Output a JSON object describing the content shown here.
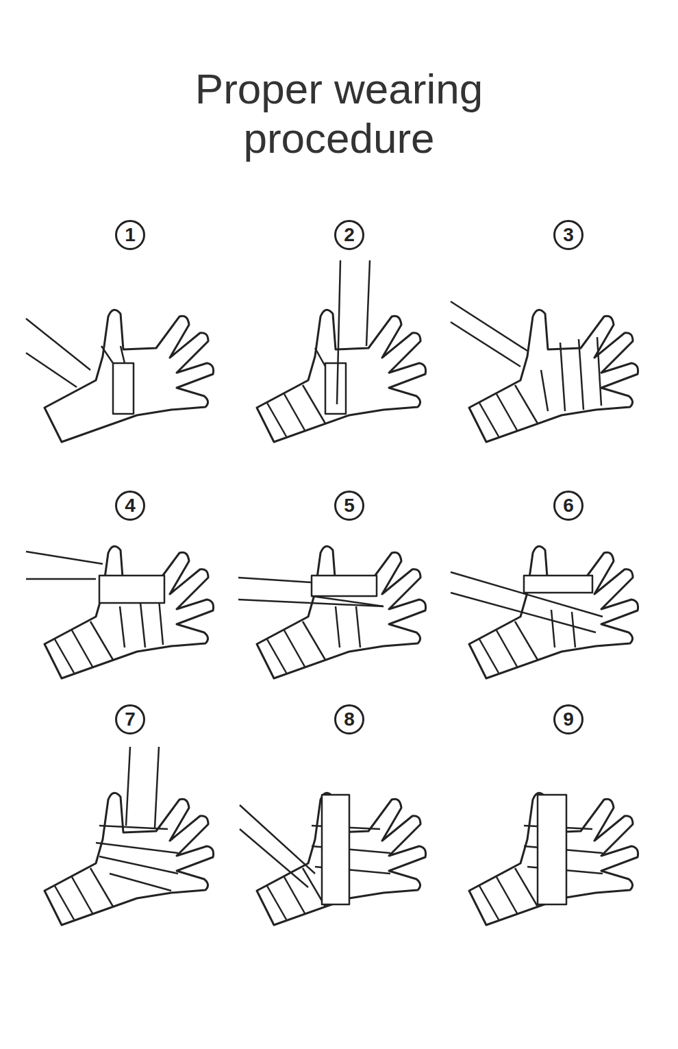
{
  "diagram": {
    "title": "Proper wearing procedure",
    "nodes": [
      {
        "text": [
          "1"
        ]
      },
      {
        "text": [
          "2"
        ]
      },
      {
        "text": [
          "3"
        ]
      },
      {
        "text": [
          "4"
        ]
      },
      {
        "text": [
          "5"
        ]
      },
      {
        "text": [
          "6"
        ]
      },
      {
        "text": [
          "7"
        ]
      },
      {
        "text": [
          "8"
        ]
      },
      {
        "text": [
          "9"
        ]
      }
    ]
  }
}
